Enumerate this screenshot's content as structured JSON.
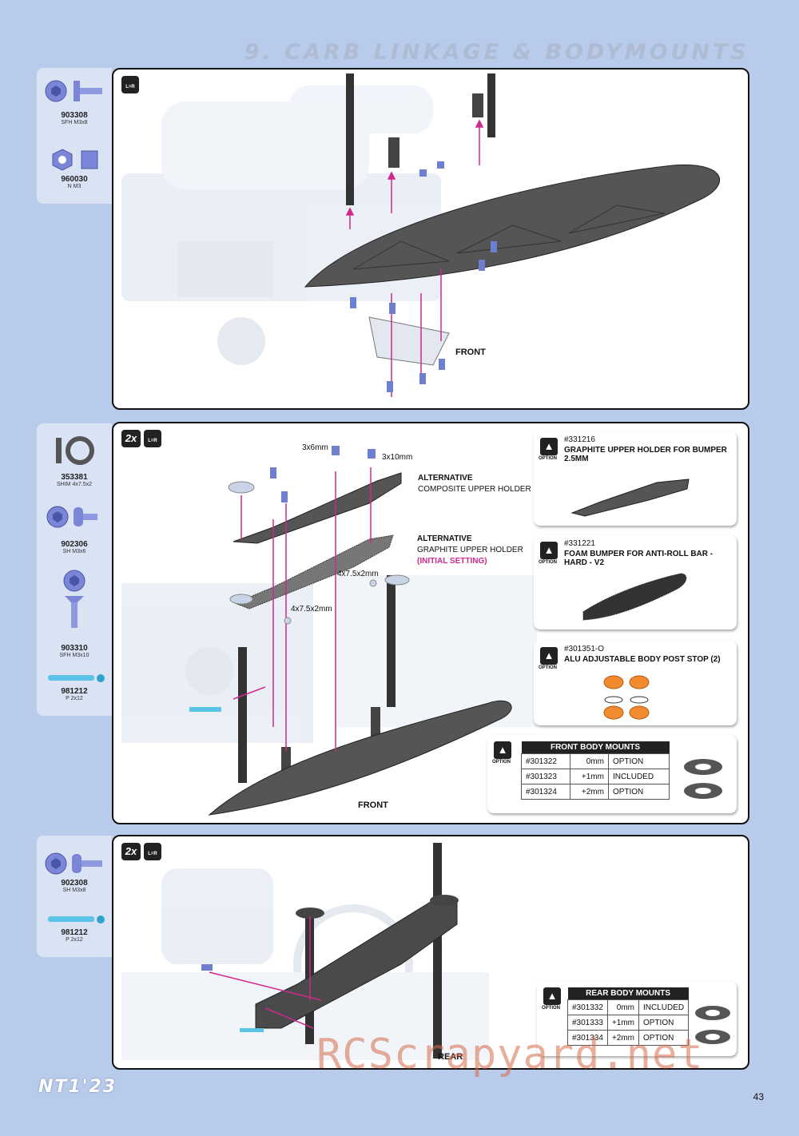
{
  "header": {
    "title": "9. CARB LINKAGE & BODYMOUNTS"
  },
  "badges": {
    "lr": "L=R",
    "times": "2x"
  },
  "step1": {
    "parts": [
      {
        "code": "903308",
        "desc": "SFH M3x8"
      },
      {
        "code": "960030",
        "desc": "N M3"
      }
    ],
    "front_label": "FRONT"
  },
  "step2": {
    "parts": [
      {
        "code": "353381",
        "desc": "SHIM 4x7.5x2"
      },
      {
        "code": "902306",
        "desc": "SH M3x6"
      },
      {
        "code": "903310",
        "desc": "SFH M3x10"
      },
      {
        "code": "981212",
        "desc": "P 2x12"
      }
    ],
    "callouts": {
      "screw_a": "3x6mm",
      "screw_b": "3x10mm",
      "shim_a": "4x7.5x2mm",
      "shim_b": "4x7.5x2mm",
      "alt1_title": "ALTERNATIVE",
      "alt1_text": "COMPOSITE UPPER HOLDER",
      "alt2_title": "ALTERNATIVE",
      "alt2_text": "GRAPHITE UPPER HOLDER",
      "alt2_note": "(INITIAL SETTING)"
    },
    "front_label": "FRONT",
    "options": [
      {
        "word": "OPTION",
        "code": "#331216",
        "text": "GRAPHITE UPPER HOLDER FOR BUMPER 2.5MM"
      },
      {
        "word": "OPTION",
        "code": "#331221",
        "text": "FOAM BUMPER FOR ANTI-ROLL BAR - HARD - V2"
      },
      {
        "word": "OPTION",
        "code": "#301351-O",
        "text": "ALU ADJUSTABLE BODY POST STOP (2)"
      }
    ],
    "front_mounts": {
      "word": "OPTION",
      "title": "FRONT BODY MOUNTS",
      "rows": [
        [
          "#301322",
          "0mm",
          "OPTION"
        ],
        [
          "#301323",
          "+1mm",
          "INCLUDED"
        ],
        [
          "#301324",
          "+2mm",
          "OPTION"
        ]
      ]
    }
  },
  "step3": {
    "parts": [
      {
        "code": "902308",
        "desc": "SH M3x8"
      },
      {
        "code": "981212",
        "desc": "P 2x12"
      }
    ],
    "rear_label": "REAR",
    "rear_mounts": {
      "word": "OPTION",
      "title": "REAR BODY MOUNTS",
      "rows": [
        [
          "#301332",
          "0mm",
          "INCLUDED"
        ],
        [
          "#301333",
          "+1mm",
          "OPTION"
        ],
        [
          "#301334",
          "+2mm",
          "OPTION"
        ]
      ]
    }
  },
  "footer": {
    "model": "NT1'23",
    "page": "43",
    "watermark": "RCScrapyard.net"
  },
  "colors": {
    "background": "#b9cbea",
    "accent": "#d0288c",
    "part_blue": "#6f7fcf"
  }
}
